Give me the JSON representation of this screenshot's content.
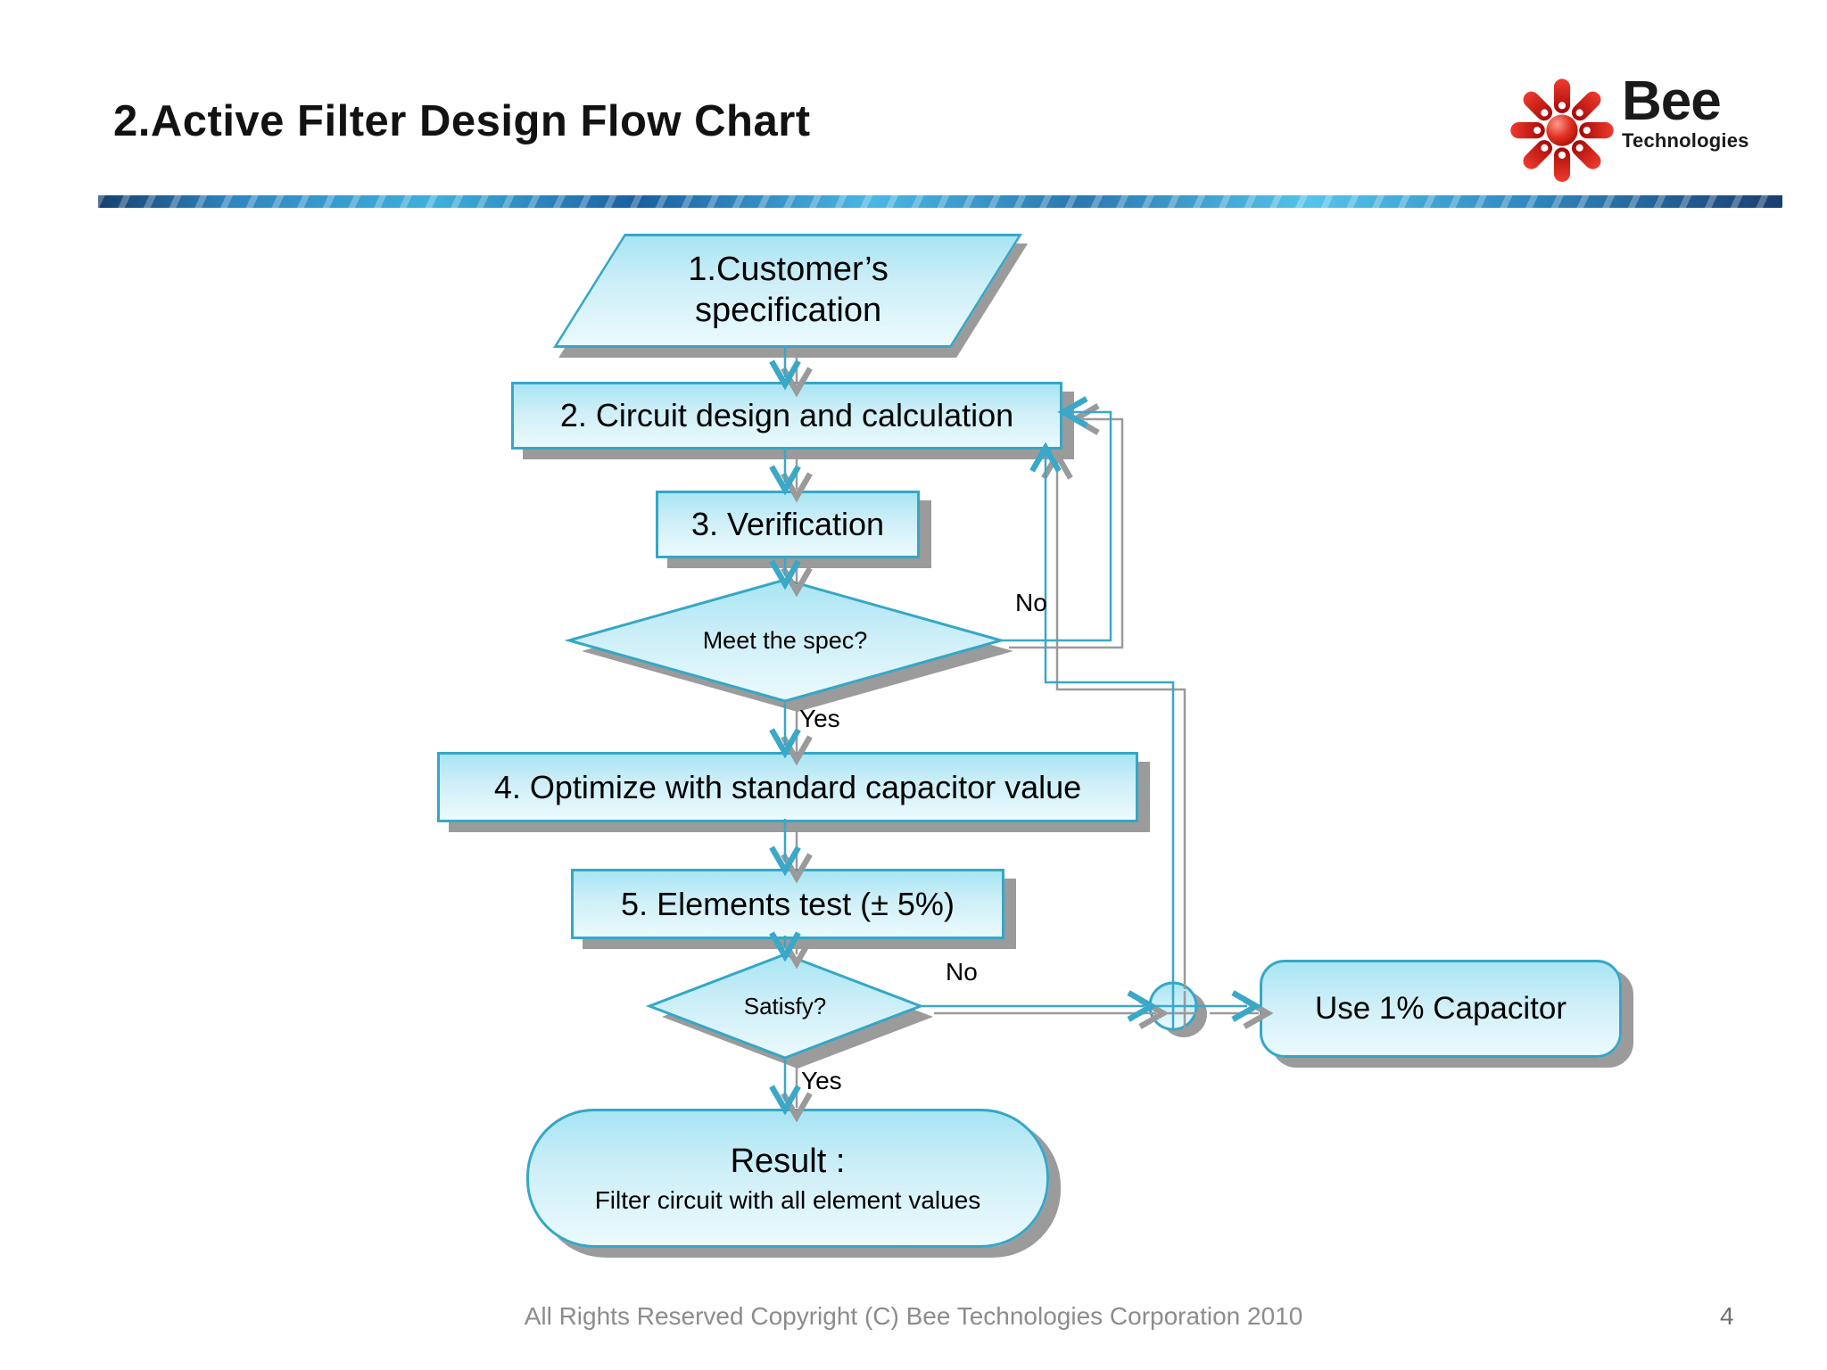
{
  "header": {
    "title": "2.Active Filter Design Flow Chart"
  },
  "logo": {
    "brand": "Bee",
    "sub": "Technologies"
  },
  "flowchart": {
    "nodes": {
      "spec": "1.Customer’s\nspecification",
      "design": "2. Circuit design and calculation",
      "verification": "3. Verification",
      "meet_spec": "Meet the spec?",
      "optimize": "4. Optimize with standard capacitor value",
      "elements_test": "5. Elements test (± 5%)",
      "satisfy": "Satisfy?",
      "use_capacitor": "Use 1% Capacitor",
      "result_title": "Result :",
      "result_subtitle": "Filter circuit with all element values"
    },
    "edge_labels": {
      "meet_spec_no": "No",
      "meet_spec_yes": "Yes",
      "satisfy_no": "No",
      "satisfy_yes": "Yes"
    },
    "edges": [
      {
        "from": "spec",
        "to": "design"
      },
      {
        "from": "design",
        "to": "verification"
      },
      {
        "from": "verification",
        "to": "meet_spec"
      },
      {
        "from": "meet_spec",
        "to": "design",
        "label": "No"
      },
      {
        "from": "meet_spec",
        "to": "optimize",
        "label": "Yes"
      },
      {
        "from": "optimize",
        "to": "elements_test"
      },
      {
        "from": "elements_test",
        "to": "satisfy"
      },
      {
        "from": "satisfy",
        "to": "use_capacitor",
        "label": "No"
      },
      {
        "from": "satisfy",
        "to": "design",
        "label": "No"
      },
      {
        "from": "satisfy",
        "to": "result",
        "label": "Yes"
      }
    ]
  },
  "footer": {
    "copyright": "All Rights Reserved Copyright (C) Bee Technologies Corporation 2010",
    "page": "4"
  },
  "colors": {
    "node_border": "#35a7c6",
    "node_fill_top": "#a8e5f3",
    "node_fill_mid": "#cfeff8",
    "node_fill_bottom": "#ebfafd",
    "node_shadow": "#9b9b9b",
    "connector": "#3aa8c8",
    "connector_shadow": "#9a9a9a",
    "logo_red": "#cc1414",
    "footer_text": "#8c8c8c"
  }
}
